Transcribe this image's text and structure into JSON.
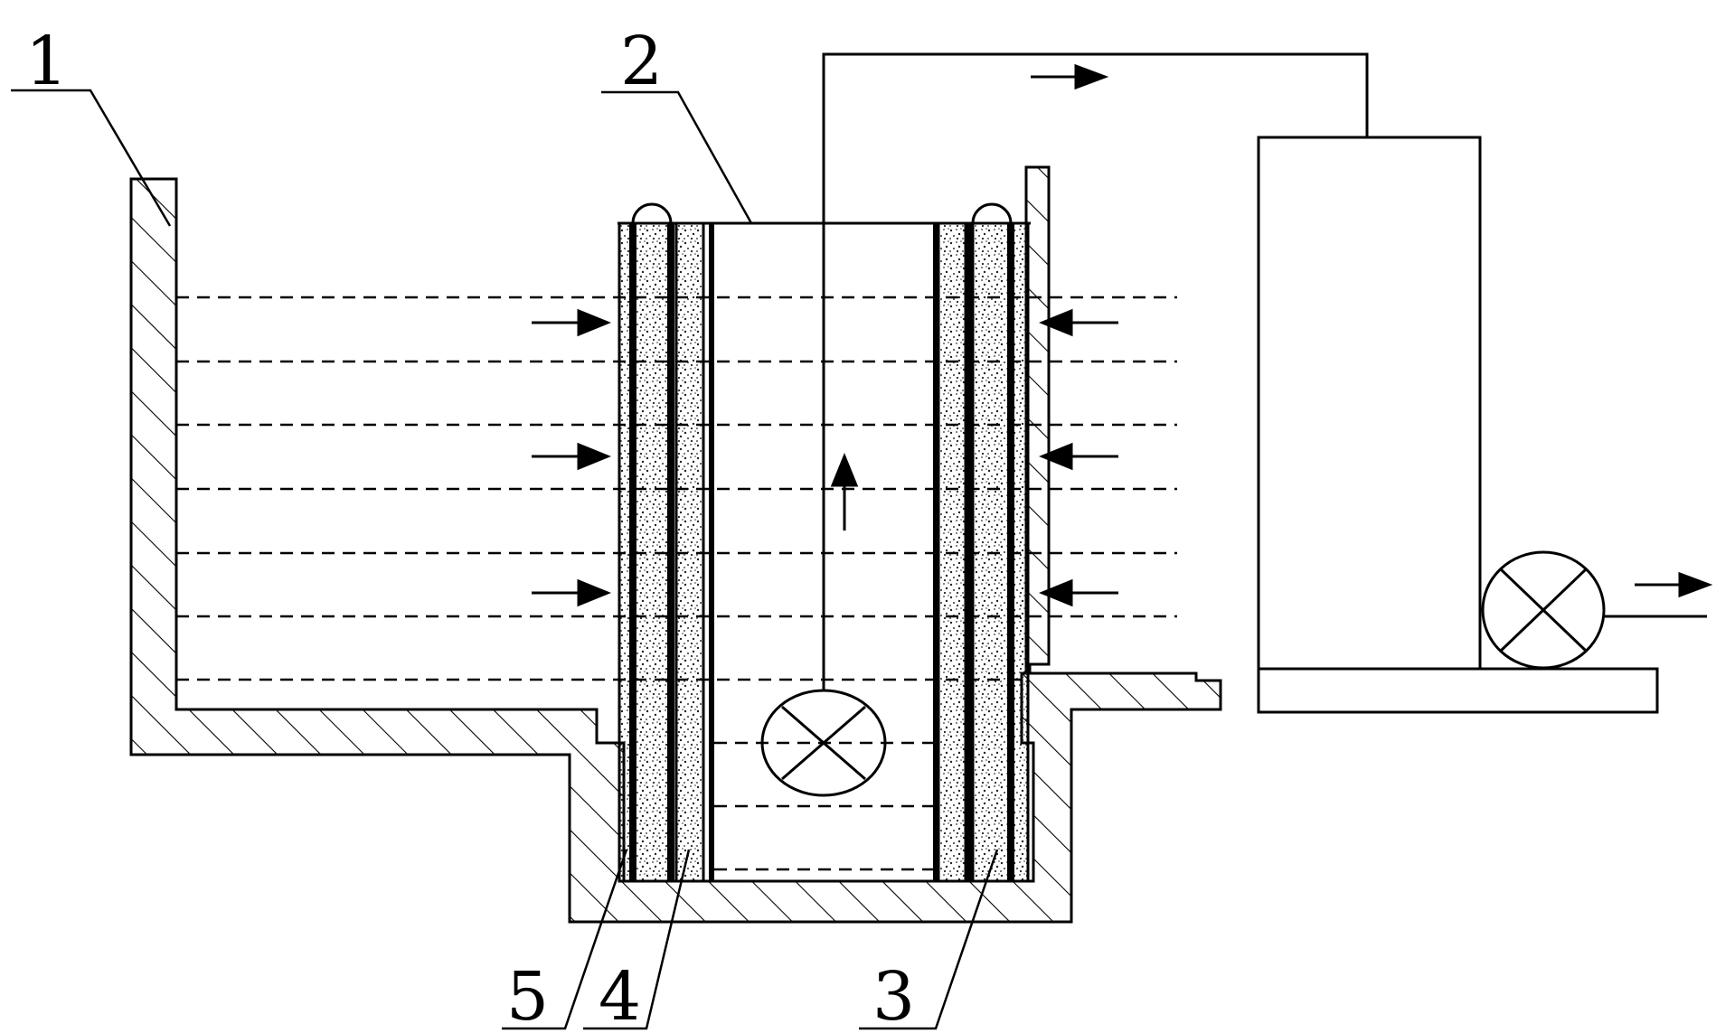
{
  "diagram": {
    "labels": {
      "tank": "1",
      "reactor": "2",
      "outer_media": "3",
      "inner_media": "4",
      "media_left": "5"
    },
    "colors": {
      "line": "#000000",
      "background": "#ffffff"
    },
    "icons": {
      "pump": "pump-icon",
      "flow_arrow": "arrow-icon"
    }
  }
}
